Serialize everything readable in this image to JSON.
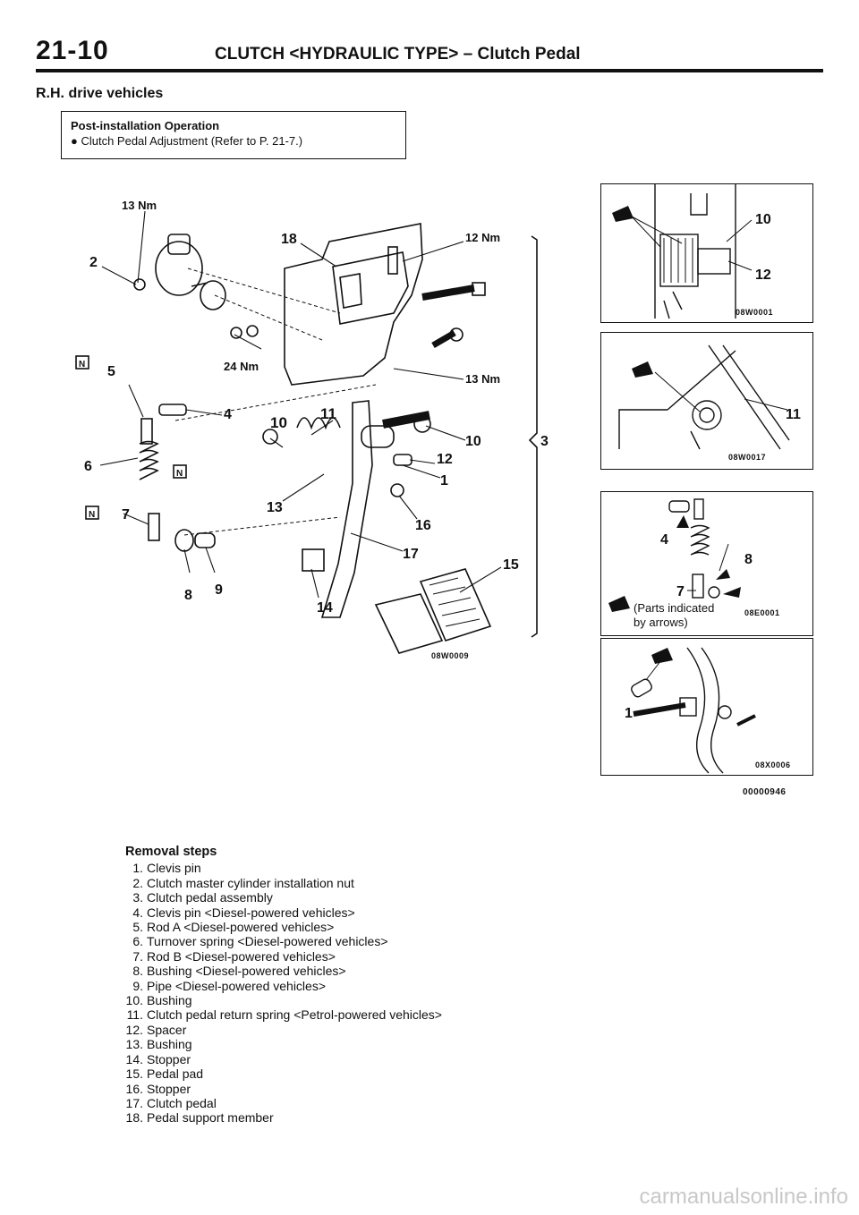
{
  "header": {
    "page_number": "21-10",
    "title": "CLUTCH <HYDRAULIC TYPE> – Clutch Pedal"
  },
  "subheading": "R.H. drive vehicles",
  "note": {
    "title": "Post-installation Operation",
    "item": "● Clutch Pedal Adjustment (Refer to P. 21-7.)"
  },
  "main_diagram": {
    "labels": {
      "torque_13nm_top": "13 Nm",
      "torque_12nm": "12 Nm",
      "torque_24nm": "24 Nm",
      "torque_13nm_mid": "13 Nm",
      "p1": "1",
      "p2": "2",
      "p3": "3",
      "p4": "4",
      "p5": "5",
      "p6": "6",
      "p7": "7",
      "p8": "8",
      "p9": "9",
      "p10a": "10",
      "p10b": "10",
      "p11": "11",
      "p12": "12",
      "p13": "13",
      "p14": "14",
      "p15": "15",
      "p16": "16",
      "p17": "17",
      "p18": "18",
      "n_mark": "N"
    },
    "code": "08W0009"
  },
  "insets": [
    {
      "labels": [
        "10",
        "12"
      ],
      "code": "08W0001"
    },
    {
      "labels": [
        "11"
      ],
      "code": "08W0017"
    },
    {
      "labels": [
        "4",
        "8",
        "7"
      ],
      "caption_line1": "(Parts indicated",
      "caption_line2": "by arrows)",
      "code": "08E0001"
    },
    {
      "labels": [
        "1"
      ],
      "code": "08X0006"
    }
  ],
  "figure_code": "00000946",
  "removal": {
    "title": "Removal steps",
    "steps": [
      {
        "n": "1.",
        "text": "Clevis pin"
      },
      {
        "n": "2.",
        "text": "Clutch master cylinder installation nut"
      },
      {
        "n": "3.",
        "text": "Clutch pedal assembly"
      },
      {
        "n": "4.",
        "text": "Clevis pin <Diesel-powered vehicles>"
      },
      {
        "n": "5.",
        "text": "Rod A <Diesel-powered vehicles>"
      },
      {
        "n": "6.",
        "text": "Turnover spring <Diesel-powered vehicles>"
      },
      {
        "n": "7.",
        "text": "Rod B <Diesel-powered vehicles>"
      },
      {
        "n": "8.",
        "text": "Bushing <Diesel-powered vehicles>"
      },
      {
        "n": "9.",
        "text": "Pipe <Diesel-powered vehicles>"
      },
      {
        "n": "10.",
        "text": "Bushing"
      },
      {
        "n": "11.",
        "text": "Clutch pedal return spring <Petrol-powered vehicles>"
      },
      {
        "n": "12.",
        "text": "Spacer"
      },
      {
        "n": "13.",
        "text": "Bushing"
      },
      {
        "n": "14.",
        "text": "Stopper"
      },
      {
        "n": "15.",
        "text": "Pedal pad"
      },
      {
        "n": "16.",
        "text": "Stopper"
      },
      {
        "n": "17.",
        "text": "Clutch pedal"
      },
      {
        "n": "18.",
        "text": "Pedal support member"
      }
    ]
  },
  "watermark": "carmanualsonline.info"
}
